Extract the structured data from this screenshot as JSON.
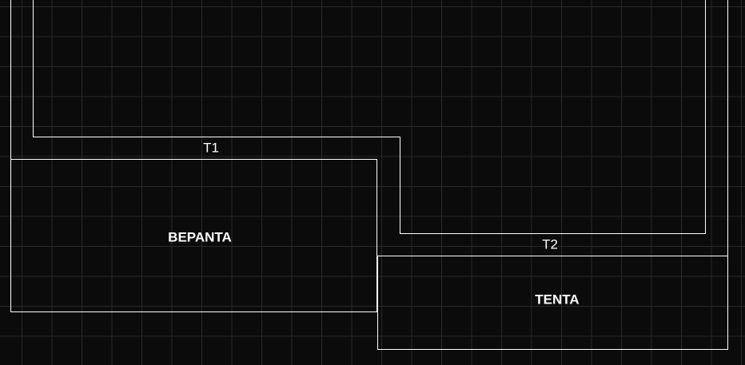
{
  "labels": {
    "t1": "T1",
    "t2": "T2",
    "beranda": "BEPANTA",
    "tenta": "TENTA"
  }
}
